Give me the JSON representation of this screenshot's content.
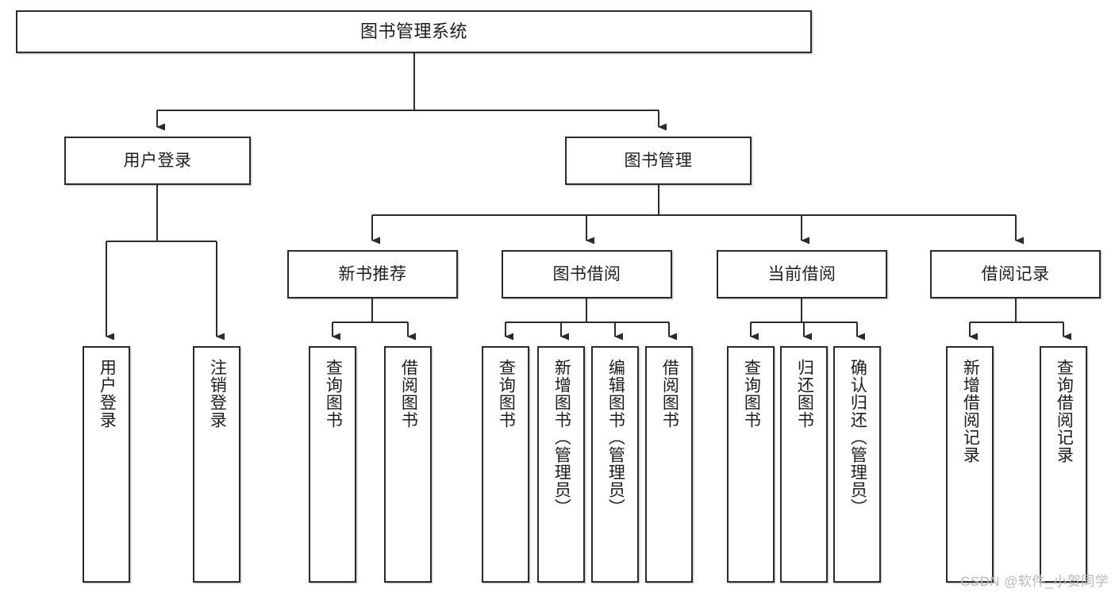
{
  "diagram": {
    "title": "图书管理系统",
    "watermark": "CSDN @软件_小贺同学",
    "type": "tree-hierarchy-chart",
    "colors": {
      "box_border": "#2b2b2b",
      "box_fill": "#ffffff",
      "connector": "#2b2b2b",
      "text": "#1d1d1d",
      "watermark": "#b9b9b9"
    },
    "nodes": {
      "root": {
        "label": "图书管理系统"
      },
      "level2": [
        {
          "label": "用户登录"
        },
        {
          "label": "图书管理"
        }
      ],
      "level3": [
        {
          "label": "新书推荐"
        },
        {
          "label": "图书借阅"
        },
        {
          "label": "当前借阅"
        },
        {
          "label": "借阅记录"
        }
      ],
      "leaves": {
        "user_login": [
          {
            "label": "用户登录"
          },
          {
            "label": "注销登录"
          }
        ],
        "new_book_recommend": [
          {
            "label": "查询图书"
          },
          {
            "label": "借阅图书"
          }
        ],
        "book_borrow": [
          {
            "label": "查询图书"
          },
          {
            "label": "新增图书（管理员）"
          },
          {
            "label": "编辑图书（管理员）"
          },
          {
            "label": "借阅图书"
          }
        ],
        "current_borrow": [
          {
            "label": "查询图书"
          },
          {
            "label": "归还图书"
          },
          {
            "label": "确认归还（管理员）"
          }
        ],
        "borrow_record": [
          {
            "label": "新增借阅记录"
          },
          {
            "label": "查询借阅记录"
          }
        ]
      }
    }
  }
}
